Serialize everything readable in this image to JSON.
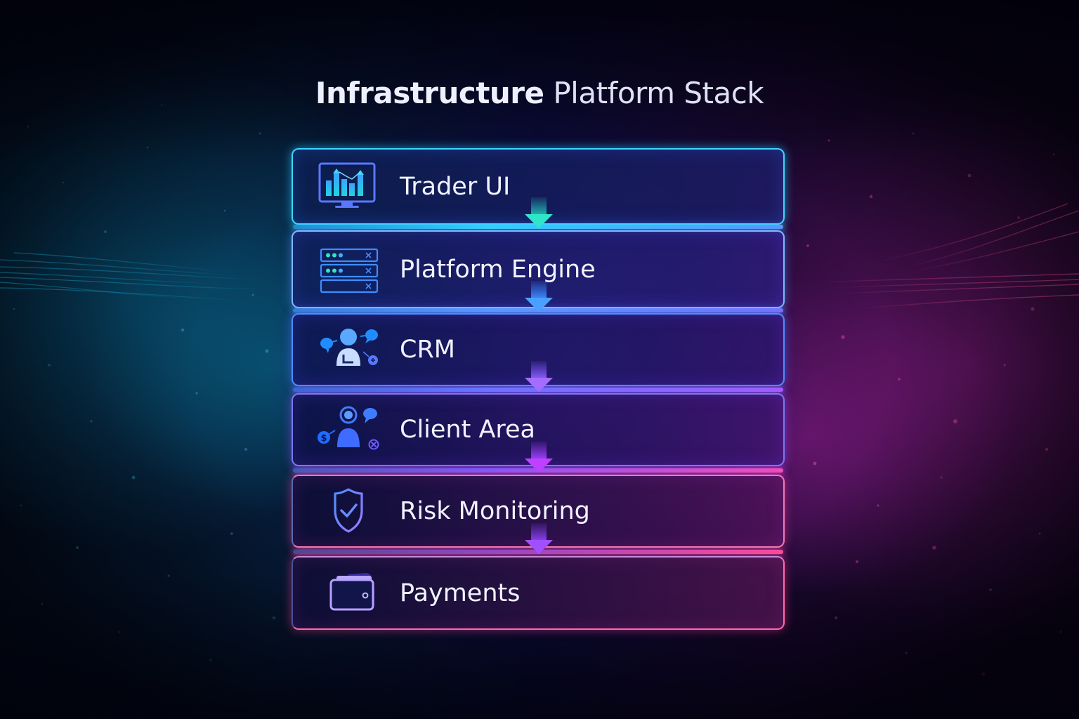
{
  "title": {
    "bold": "Infrastructure",
    "light": " Platform Stack"
  },
  "colors": {
    "cyan": "#3fd5ff",
    "teal_arrow": "#2ee6c0",
    "blue": "#4f8dff",
    "violet": "#9b5cff",
    "magenta": "#e040ff",
    "pink": "#ff6ba8",
    "text": "#f1f2ff"
  },
  "stack": {
    "layers": [
      {
        "label": "Trader UI",
        "icon": "chart-monitor-icon"
      },
      {
        "label": "Platform Engine",
        "icon": "server-rack-icon"
      },
      {
        "label": "CRM",
        "icon": "user-chat-icon"
      },
      {
        "label": "Client Area",
        "icon": "client-profile-icon"
      },
      {
        "label": "Risk Monitoring",
        "icon": "shield-check-icon"
      },
      {
        "label": "Payments",
        "icon": "wallet-icon"
      }
    ],
    "connectors": [
      {
        "from": "Trader UI",
        "to": "Platform Engine",
        "icon": "arrow-down-icon"
      },
      {
        "from": "Platform Engine",
        "to": "CRM",
        "icon": "arrow-down-icon"
      },
      {
        "from": "CRM",
        "to": "Client Area",
        "icon": "arrow-down-icon"
      },
      {
        "from": "Client Area",
        "to": "Risk Monitoring",
        "icon": "arrow-down-icon"
      },
      {
        "from": "Risk Monitoring",
        "to": "Payments",
        "icon": "arrow-down-icon"
      }
    ]
  }
}
